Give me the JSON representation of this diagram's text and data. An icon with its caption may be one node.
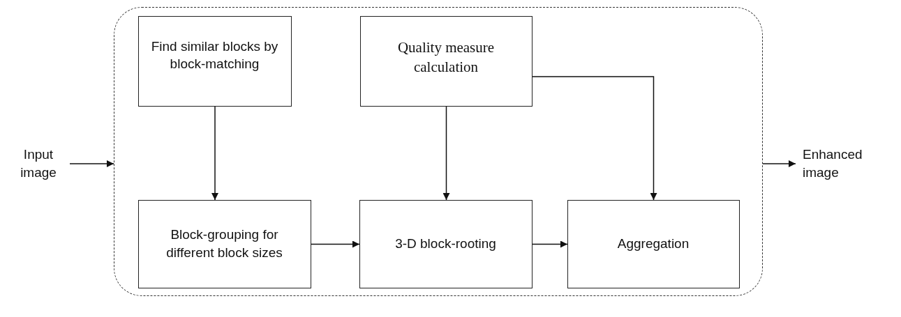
{
  "diagram": {
    "nodes": [
      {
        "text": [
          "Input image"
        ]
      },
      {
        "text": [],
        "shape": "box"
      },
      {
        "text": [
          "Find similar blocks by block-matching"
        ],
        "in": 1
      },
      {
        "text": [
          "Quality measure calculation"
        ],
        "in": 1
      },
      {
        "text": [
          "Block-grouping for different block sizes"
        ],
        "in": 1
      },
      {
        "text": [
          "3-D block-rooting"
        ],
        "in": 1
      },
      {
        "text": [
          "Aggregation"
        ],
        "in": 1
      },
      {
        "text": [
          "Enhanced image"
        ]
      }
    ],
    "edges": [
      {
        "from": 0,
        "to": 1,
        "arrow": "to"
      },
      {
        "from": 1,
        "to": 7,
        "arrow": "to"
      },
      {
        "from": 2,
        "to": 4,
        "arrow": "to"
      },
      {
        "from": 3,
        "to": 5,
        "arrow": "to"
      },
      {
        "from": 3,
        "to": 6,
        "arrow": "to"
      },
      {
        "from": 4,
        "to": 5,
        "arrow": "to"
      },
      {
        "from": 5,
        "to": 6,
        "arrow": "to"
      }
    ]
  }
}
